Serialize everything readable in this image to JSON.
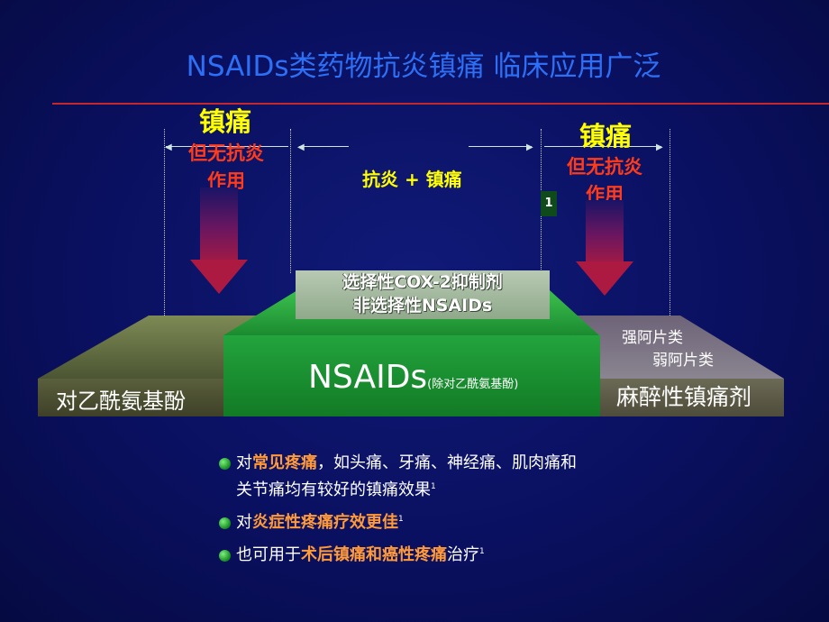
{
  "title": "NSAIDs类药物抗炎镇痛  临床应用广泛",
  "left_zone": {
    "heading": "镇痛",
    "sub_line1": "但无抗炎",
    "sub_line2": "作用"
  },
  "middle_zone": {
    "label": "抗炎 + 镇痛"
  },
  "right_zone": {
    "heading": "镇痛",
    "sub_line1": "但无抗炎",
    "sub_line2": "作用"
  },
  "badge": "1",
  "cox_box": {
    "line1": "选择性COX-2抑制剂",
    "line2": "非选择性NSAIDs"
  },
  "platform": {
    "left_label": "对乙酰氨基酚",
    "center_label": "NSAIDs",
    "center_sub": "(除对乙酰氨基酚)",
    "right_label": "麻醉性镇痛剂",
    "opioid_strong": "强阿片类",
    "opioid_weak": "弱阿片类"
  },
  "colors": {
    "title": "#2d6ff5",
    "accent_yellow": "#ffff00",
    "accent_red": "#ff3b1a",
    "highlight_orange": "#ff9a3a",
    "nsaid_green": "#1f9a37"
  },
  "bullets": [
    {
      "pre": "对",
      "hl": "常见疼痛",
      "post": "，如头痛、牙痛、神经痛、肌肉痛和",
      "post2": "关节痛均有较好的镇痛效果",
      "ref": "1"
    },
    {
      "pre": "对",
      "hl": "炎症性疼痛疗效更佳",
      "post": "",
      "ref": "1"
    },
    {
      "pre": "也可用于",
      "hl": "术后镇痛和癌性疼痛",
      "post": "治疗",
      "ref": "1"
    }
  ]
}
